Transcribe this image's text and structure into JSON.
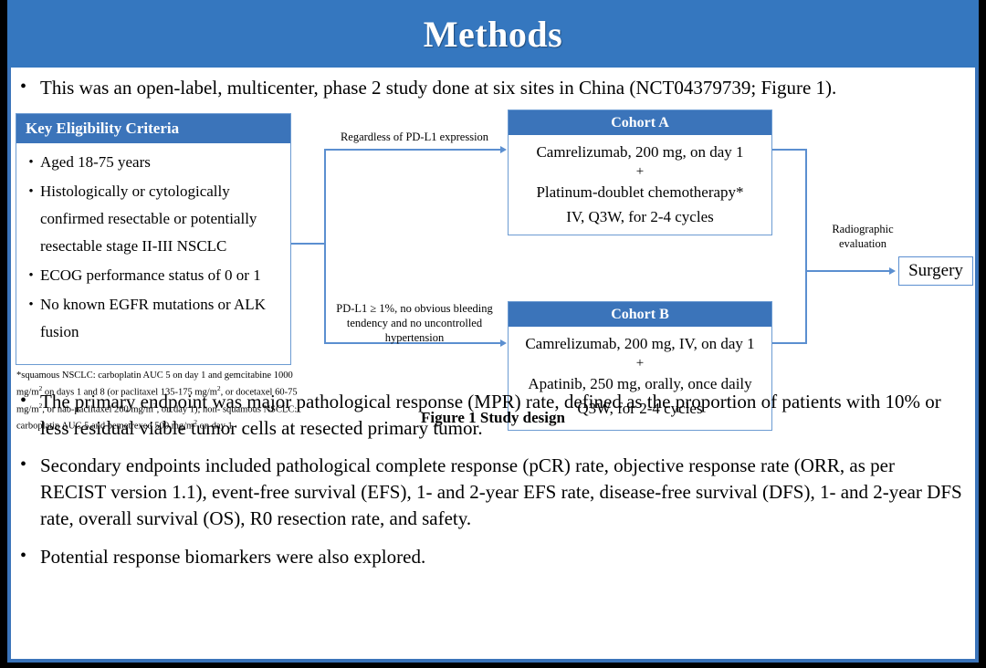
{
  "slide": {
    "title": "Methods",
    "accent_color": "#3577bf",
    "header_color": "#3b74ba",
    "line_color": "#5b8fd0",
    "background": "#ffffff",
    "outer_frame": "#000000"
  },
  "bullets": {
    "marker": "•",
    "intro": "This was an open-label, multicenter, phase 2 study done at six sites in China (NCT04379739; Figure 1).",
    "primary": "The primary endpoint was major pathological response (MPR) rate, defined as the proportion of patients with 10% or less residual viable tumor cells at resected primary tumor.",
    "secondary": "Secondary endpoints included pathological complete response (pCR) rate, objective response rate (ORR, as per RECIST version 1.1), event-free survival (EFS), 1- and 2-year EFS rate, disease-free survival (DFS), 1- and 2-year DFS rate, overall survival (OS), R0 resection rate, and safety.",
    "biomarkers": "Potential response biomarkers were also explored."
  },
  "figure": {
    "caption": "Figure 1 Study design",
    "eligibility": {
      "header": "Key  Eligibility Criteria",
      "marker": "•",
      "items": [
        "Aged 18-75 years",
        "Histologically or cytologically confirmed resectable or potentially resectable stage II-III  NSCLC",
        "ECOG performance status of 0 or 1",
        "No known EGFR mutations or ALK fusion"
      ]
    },
    "footnote": {
      "line1_a": "*squamous NSCLC: carboplatin AUC 5 on day 1 and gemcitabine 1000 mg/m",
      "line1_sup": "2",
      "line1_b": " on days 1 and 8 (or",
      "line2_a": "paclitaxel  135-175  mg/m",
      "line2_sup1": "2",
      "line2_b": ", or docetaxel 60-75 mg/m",
      "line2_sup2": "2",
      "line2_c": ", or nab-paclitaxel 260 mg/m",
      "line2_sup3": "2",
      "line2_d": ", on day 1); non-",
      "line3_a": "squamous NSCLC: carboplatin AUC 5 and pemetrexed 500 mg/m",
      "line3_sup": "2",
      "line3_b": " on day 1"
    },
    "branch_labels": {
      "cohort_a_condition": "Regardless  of PD-L1 expression",
      "cohort_b_condition": "PD-L1 ≥ 1%, no obvious bleeding tendency and no uncontrolled  hypertension",
      "evaluation": "Radiographic evaluation"
    },
    "cohort_a": {
      "header": "Cohort A",
      "line1": "Camrelizumab, 200 mg, on day 1",
      "plus": "+",
      "line2": "Platinum-doublet chemotherapy*",
      "line3": "IV, Q3W, for 2-4 cycles"
    },
    "cohort_b": {
      "header": "Cohort B",
      "line1": "Camrelizumab, 200 mg, IV, on day 1",
      "plus": "+",
      "line2": "Apatinib, 250 mg, orally, once daily",
      "line3": "Q3W, for 2-4 cycles"
    },
    "outcome": {
      "label": "Surgery"
    }
  }
}
